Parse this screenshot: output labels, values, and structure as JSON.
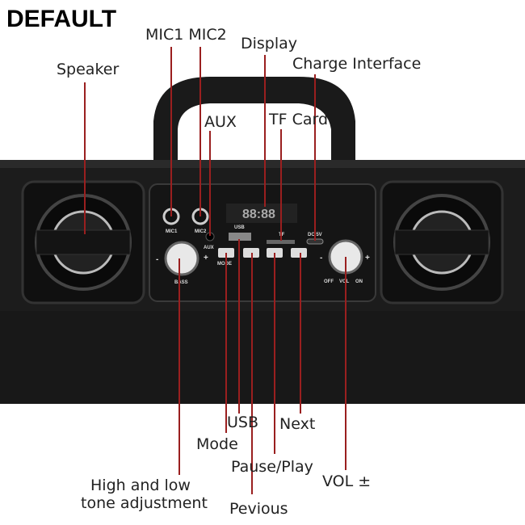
{
  "watermark": "DEFAULT",
  "labels": {
    "mic": "MIC1 MIC2",
    "display": "Display",
    "charge": "Charge Interface",
    "speaker": "Speaker",
    "aux": "AUX",
    "tf_card": "TF Card",
    "usb": "USB",
    "next": "Next",
    "mode": "Mode",
    "pause_play": "Pause/Play",
    "vol": "VOL ±",
    "tone_1": "High and low",
    "tone_2": "tone adjustment",
    "previous": "Pevious"
  },
  "panel": {
    "mic1": "MIC1",
    "mic2": "MIC2",
    "aux": "AUX",
    "usb": "USB",
    "tf": "TF",
    "dc": "DC 5V",
    "mode": "MODE",
    "bass": "BASS",
    "off": "OFF",
    "vol": "VOL",
    "on": "ON",
    "display_digits": "88:88",
    "minus": "-",
    "plus": "+"
  },
  "colors": {
    "leader": "#9a1f1f",
    "body": "#1c1c1c"
  }
}
